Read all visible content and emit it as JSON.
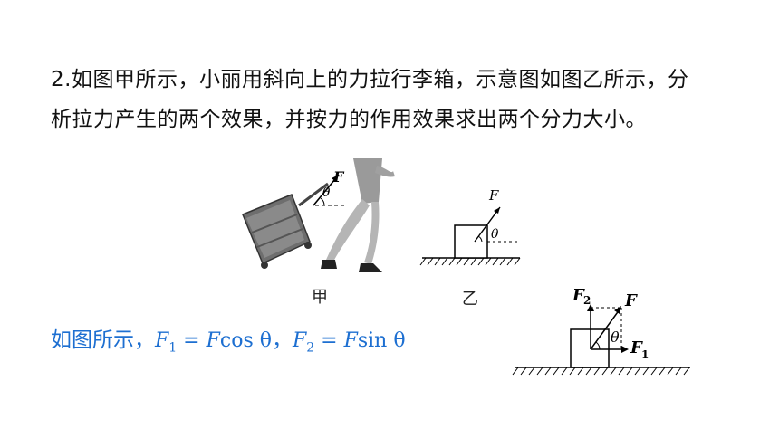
{
  "question": {
    "line1": "2.如图甲所示，小丽用斜向上的力拉行李箱，示意图如图乙所示，分",
    "line2": "析拉力产生的两个效果，并按力的作用效果求出两个分力大小。"
  },
  "figures": {
    "jia": {
      "caption": "甲",
      "force": "F",
      "angle": "θ"
    },
    "yi": {
      "caption": "乙",
      "force": "F",
      "angle": "θ"
    },
    "decomp": {
      "force": "F",
      "f1": "F",
      "f1_sub": "1",
      "f2": "F",
      "f2_sub": "2",
      "angle": "θ"
    }
  },
  "answer": {
    "prefix": "如图所示，",
    "f1_label": "F",
    "f1_sub": "1",
    "f1_eq": " = F",
    "f1_rest": "cos θ",
    "sep": "，",
    "f2_label": "F",
    "f2_sub": "2",
    "f2_eq": " = F",
    "f2_rest": "sin θ"
  }
}
